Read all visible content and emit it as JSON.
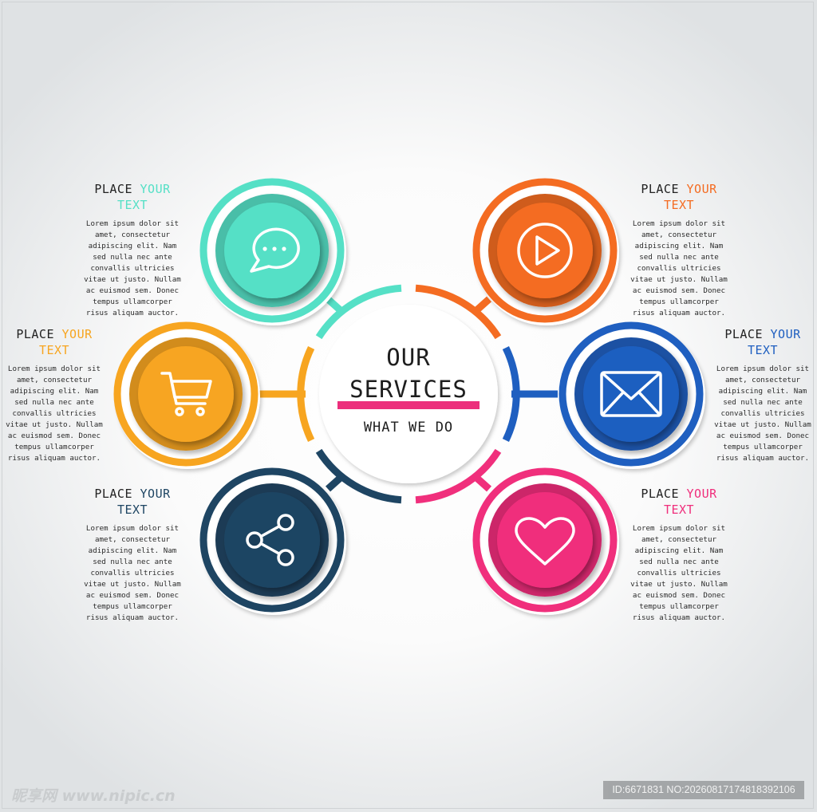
{
  "center": {
    "title_line1": "OUR",
    "title_line2": "SERVICES",
    "subtitle": "WHAT WE DO"
  },
  "colors": {
    "teal": "#55e0c6",
    "orange": "#f7a520",
    "navy": "#1e4563",
    "red_orange": "#f46c22",
    "blue": "#1f5fc0",
    "pink": "#f02f7c",
    "accent_bar": "#ec2f7c"
  },
  "items": [
    {
      "key": "chat",
      "icon": "chat-bubble-icon",
      "color": "#55e0c6",
      "heading_a": "PLACE",
      "heading_b": "YOUR",
      "heading_c": "TEXT",
      "body": "Lorem ipsum dolor sit amet, consectetur adipiscing elit. Nam sed nulla nec ante convallis ultricies vitae ut justo. Nullam ac euismod sem. Donec tempus ullamcorper risus aliquam auctor."
    },
    {
      "key": "cart",
      "icon": "shopping-cart-icon",
      "color": "#f7a520",
      "heading_a": "PLACE",
      "heading_b": "YOUR",
      "heading_c": "TEXT",
      "body": "Lorem ipsum dolor sit amet, consectetur adipiscing elit. Nam sed nulla nec ante convallis ultricies vitae ut justo. Nullam ac euismod sem. Donec tempus ullamcorper risus aliquam auctor."
    },
    {
      "key": "share",
      "icon": "share-icon",
      "color": "#1e4563",
      "heading_a": "PLACE",
      "heading_b": "YOUR",
      "heading_c": "TEXT",
      "body": "Lorem ipsum dolor sit amet, consectetur adipiscing elit. Nam sed nulla nec ante convallis ultricies vitae ut justo. Nullam ac euismod sem. Donec tempus ullamcorper risus aliquam auctor."
    },
    {
      "key": "play",
      "icon": "play-icon",
      "color": "#f46c22",
      "heading_a": "PLACE",
      "heading_b": "YOUR",
      "heading_c": "TEXT",
      "body": "Lorem ipsum dolor sit amet, consectetur adipiscing elit. Nam sed nulla nec ante convallis ultricies vitae ut justo. Nullam ac euismod sem. Donec tempus ullamcorper risus aliquam auctor."
    },
    {
      "key": "mail",
      "icon": "envelope-icon",
      "color": "#1f5fc0",
      "heading_a": "PLACE",
      "heading_b": "YOUR",
      "heading_c": "TEXT",
      "body": "Lorem ipsum dolor sit amet, consectetur adipiscing elit. Nam sed nulla nec ante convallis ultricies vitae ut justo. Nullam ac euismod sem. Donec tempus ullamcorper risus aliquam auctor."
    },
    {
      "key": "heart",
      "icon": "heart-icon",
      "color": "#f02f7c",
      "heading_a": "PLACE",
      "heading_b": "YOUR",
      "heading_c": "TEXT",
      "body": "Lorem ipsum dolor sit amet, consectetur adipiscing elit. Nam sed nulla nec ante convallis ultricies vitae ut justo. Nullam ac euismod sem. Donec tempus ullamcorper risus aliquam auctor."
    }
  ],
  "watermark": {
    "logo": "昵享网 www.nipic.cn",
    "id_text": "ID:6671831 NO:20260817174818392106"
  }
}
